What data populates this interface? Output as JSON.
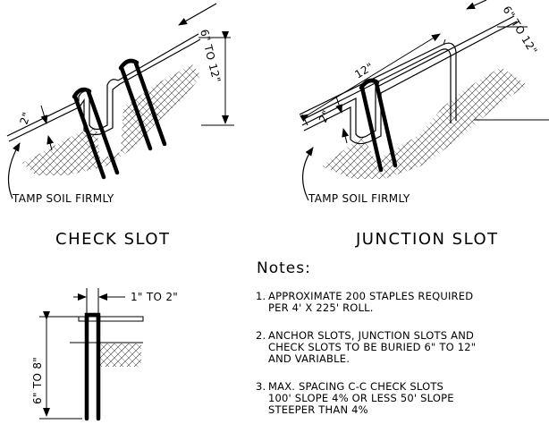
{
  "check_slot": {
    "title": "CHECK SLOT",
    "tamp_label": "TAMP SOIL FIRMLY",
    "depth_top_label": "6\" TO 12\"",
    "depth_bottom_label": "2\""
  },
  "junction_slot": {
    "title": "JUNCTION SLOT",
    "overlap_label": "12\"",
    "depth_label": "6\" TO 12\"",
    "depth_bottom_label": "2\"",
    "tamp_label": "TAMP SOIL FIRMLY"
  },
  "staple_detail": {
    "width_label": "1\" TO 2\"",
    "length_label": "6\" TO 8\""
  },
  "notes": {
    "heading": "Notes:",
    "items": [
      {
        "num": "1.",
        "lines": [
          "APPROXIMATE 200 STAPLES REQUIRED",
          "PER 4' X 225' ROLL."
        ]
      },
      {
        "num": "2.",
        "lines": [
          "ANCHOR SLOTS, JUNCTION SLOTS AND",
          "CHECK SLOTS TO BE BURIED 6\" TO 12\"",
          "AND VARIABLE."
        ]
      },
      {
        "num": "3.",
        "lines": [
          "MAX. SPACING C-C CHECK SLOTS",
          "100' SLOPE 4% OR LESS 50' SLOPE",
          "STEEPER THAN 4%"
        ]
      }
    ]
  }
}
